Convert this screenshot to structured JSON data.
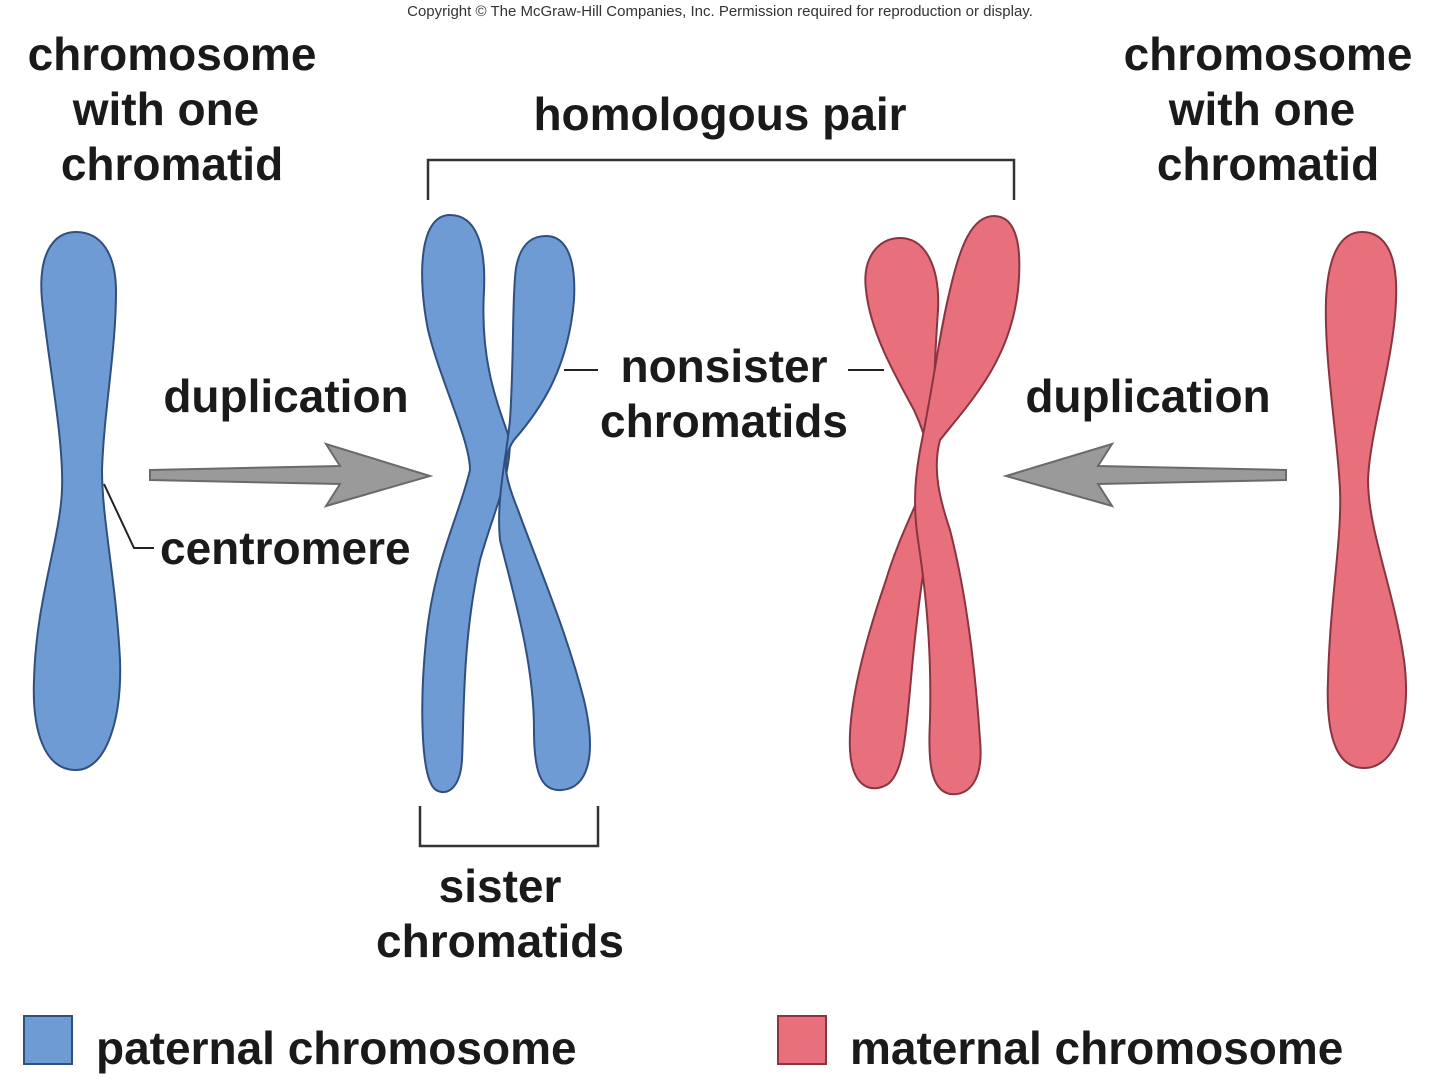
{
  "copyright": "Copyright © The McGraw-Hill Companies, Inc. Permission required for reproduction or display.",
  "left_title": [
    "chromosome",
    "with one",
    "chromatid"
  ],
  "right_title": [
    "chromosome",
    "with one",
    "chromatid"
  ],
  "homologous_pair": "homologous pair",
  "duplication_left": "duplication",
  "duplication_right": "duplication",
  "centromere": "centromere",
  "nonsister": [
    "nonsister",
    "chromatids"
  ],
  "sister": [
    "sister",
    "chromatids"
  ],
  "legend": {
    "paternal": "paternal chromosome",
    "maternal": "maternal chromosome",
    "paternal_color": "#6f9bd4",
    "maternal_color": "#e8707c"
  }
}
